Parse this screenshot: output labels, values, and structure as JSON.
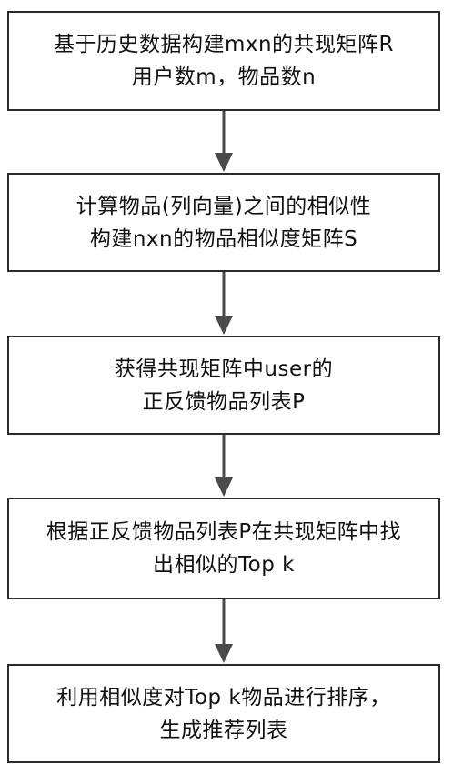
{
  "steps": [
    {
      "lines": [
        "基于历史数据构建mxn的共现矩阵R",
        "用户数m，物品数n"
      ]
    },
    {
      "lines": [
        "计算物品(列向量)之间的相似性",
        "构建nxn的物品相似度矩阵S"
      ]
    },
    {
      "lines": [
        "获得共现矩阵中user的",
        "正反馈物品列表P"
      ]
    },
    {
      "lines": [
        "根据正反馈物品列表P在共现矩阵中找",
        "出相似的Top k"
      ]
    },
    {
      "lines": [
        "利用相似度对Top k物品进行排序，",
        "生成推荐列表"
      ]
    }
  ],
  "colors": {
    "box_border": "#2b2b2b",
    "arrow": "#4a4a4a",
    "text": "#111111"
  }
}
